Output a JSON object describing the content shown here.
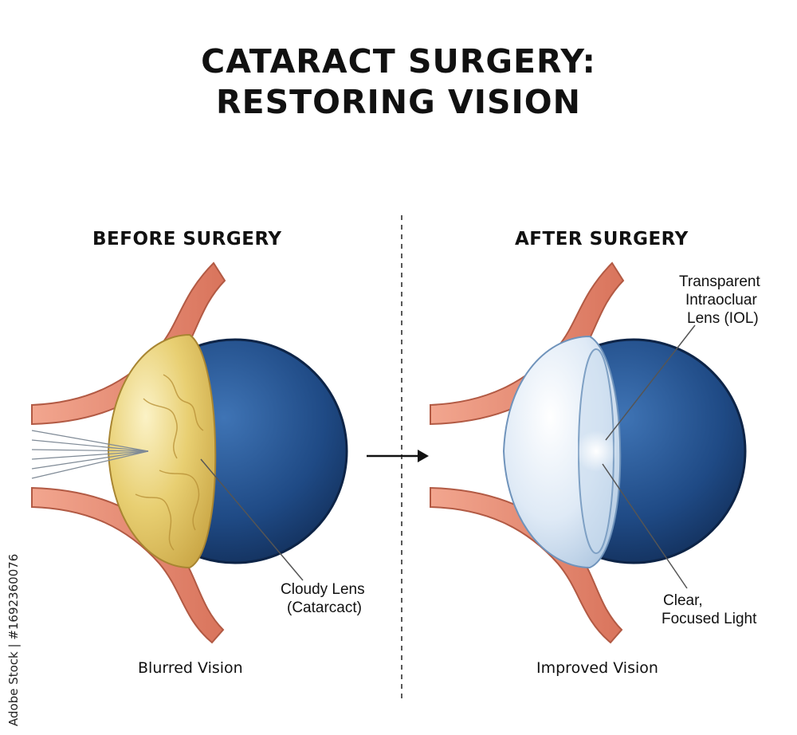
{
  "title_line1": "CATARACT SURGERY:",
  "title_line2": "RESTORING VISION",
  "before": {
    "heading": "BEFORE SURGERY",
    "label_line1": "Cloudy Lens",
    "label_line2": "(Catarcact)",
    "caption": "Blurred Vision"
  },
  "after": {
    "heading": "AFTER SURGERY",
    "iol_line1": "Transparent",
    "iol_line2": "Intraocluar",
    "iol_line3": "Lens (IOL)",
    "light_line1": "Clear,",
    "light_line2": "Focused Light",
    "caption": "Improved Vision"
  },
  "stock_id": "Adobe Stock | #1692360076",
  "colors": {
    "eyeball": "#1f4a85",
    "tissue": "#e9937c",
    "cloudy_lens": "#e3c868",
    "clear_lens": "#e6f0fa"
  }
}
